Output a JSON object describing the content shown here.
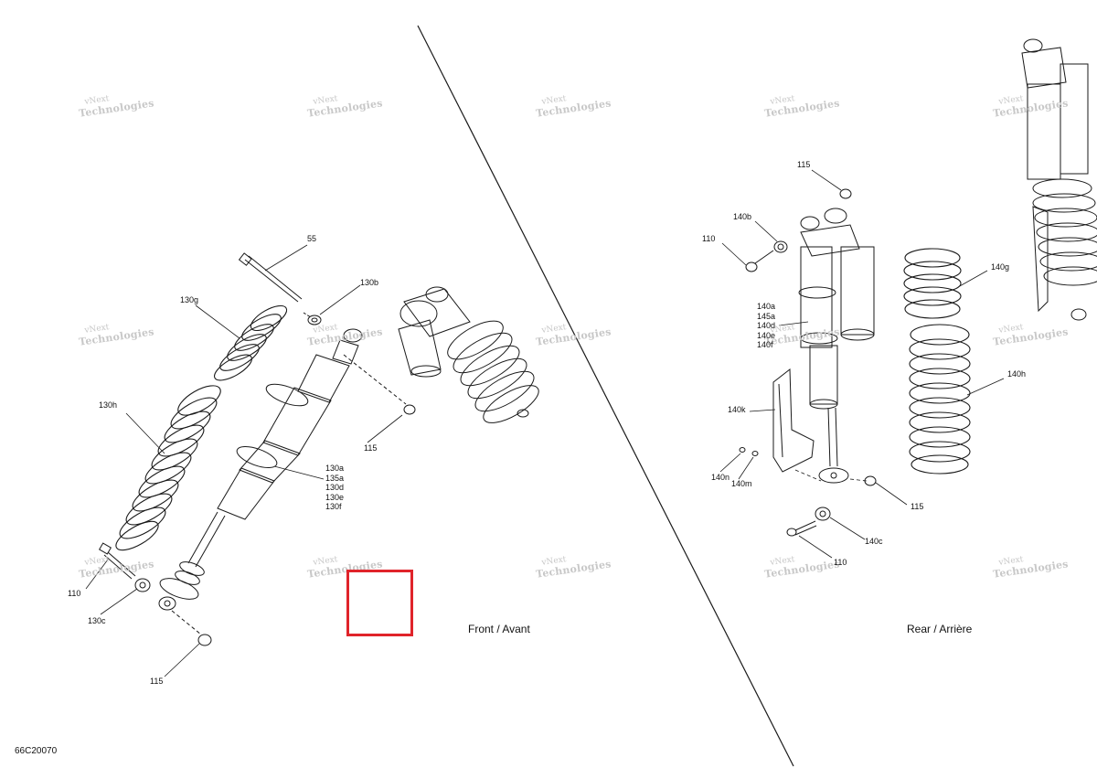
{
  "watermark": {
    "line1": "vNext",
    "line2": "Technologies"
  },
  "panels": {
    "front": {
      "caption": "Front / Avant"
    },
    "rear": {
      "caption": "Rear / Arrière"
    }
  },
  "document_id": "66C20070",
  "highlight_color": "#e0242a",
  "callouts": {
    "front": {
      "c55": "55",
      "c130b": "130b",
      "c130g": "130g",
      "c130h": "130h",
      "c115_top": "115",
      "c130_list": [
        "130a",
        "135a",
        "130d",
        "130e",
        "130f"
      ],
      "c110": "110",
      "c130c": "130c",
      "c115_bottom": "115"
    },
    "rear": {
      "c115_top": "115",
      "c140b": "140b",
      "c110_top": "110",
      "c140_list": [
        "140a",
        "145a",
        "140d",
        "140e",
        "140f"
      ],
      "c140g": "140g",
      "c140h": "140h",
      "c140k": "140k",
      "c140n": "140n",
      "c140m": "140m",
      "c115_right": "115",
      "c140c": "140c",
      "c110_bottom": "110"
    }
  }
}
